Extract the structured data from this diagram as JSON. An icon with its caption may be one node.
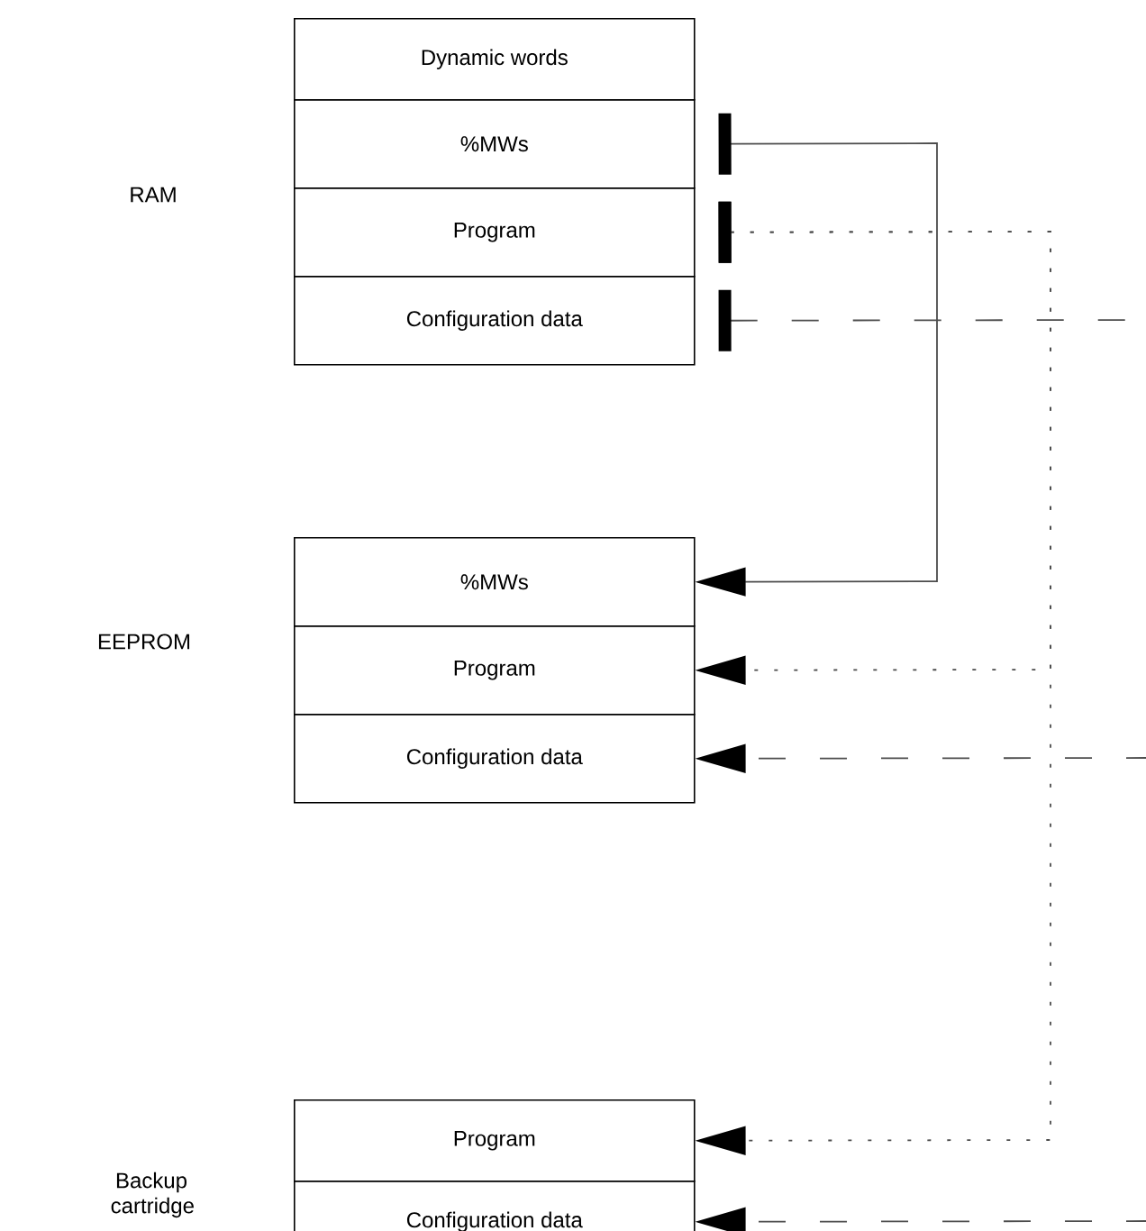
{
  "diagram": {
    "nodes": [
      {
        "text": [
          "Dynamic words"
        ]
      },
      {
        "text": [
          "%MWs"
        ]
      },
      {
        "text": [
          "Program"
        ]
      },
      {
        "text": [
          "Configuration data"
        ]
      },
      {
        "text": [
          "%MWs"
        ]
      },
      {
        "text": [
          "Program"
        ]
      },
      {
        "text": [
          "Configuration data"
        ]
      },
      {
        "text": [
          "Program"
        ]
      },
      {
        "text": [
          "Configuration data"
        ]
      }
    ],
    "edges": [
      {
        "from": 1,
        "to": 4,
        "arrow": "to"
      },
      {
        "from": 2,
        "to": 5,
        "arrow": "to",
        "style": "dashed"
      },
      {
        "from": 2,
        "to": 7,
        "arrow": "to",
        "style": "dashed"
      },
      {
        "from": 3,
        "to": null,
        "arrow": "other",
        "style": "dashed"
      },
      {
        "from": null,
        "to": 6,
        "arrow": "to",
        "style": "dashed"
      },
      {
        "from": null,
        "to": 8,
        "arrow": "to",
        "style": "dashed"
      }
    ],
    "labels": [
      "RAM",
      "EEPROM",
      "Backup cartridge"
    ]
  }
}
